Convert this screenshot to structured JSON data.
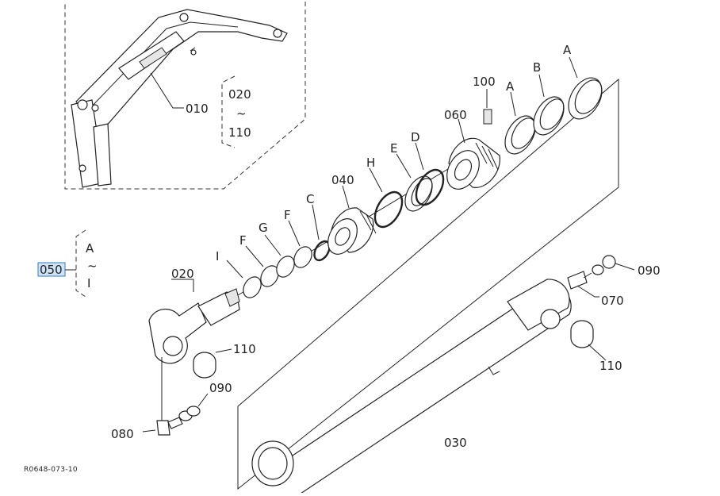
{
  "diagram": {
    "drawing_code": "R0648-073-10",
    "callouts": {
      "p010": "010",
      "range_top_start": "020",
      "range_top_tilde": "~",
      "range_top_end": "110",
      "p100": "100",
      "pA1": "A",
      "pB": "B",
      "pA2": "A",
      "p060": "060",
      "pE": "E",
      "pD": "D",
      "pH": "H",
      "p040": "040",
      "pC": "C",
      "pF1": "F",
      "pG": "G",
      "pF2": "F",
      "pI": "I",
      "p050": "050",
      "range_left_start": "A",
      "range_left_tilde": "~",
      "range_left_end": "I",
      "p020": "020",
      "p110_left": "110",
      "p090_bottom": "090",
      "p080": "080",
      "p030": "030",
      "p090_right": "090",
      "p070": "070",
      "p110_right": "110"
    },
    "highlight": {
      "selected_part": "050",
      "color": "#3a78c2"
    }
  }
}
